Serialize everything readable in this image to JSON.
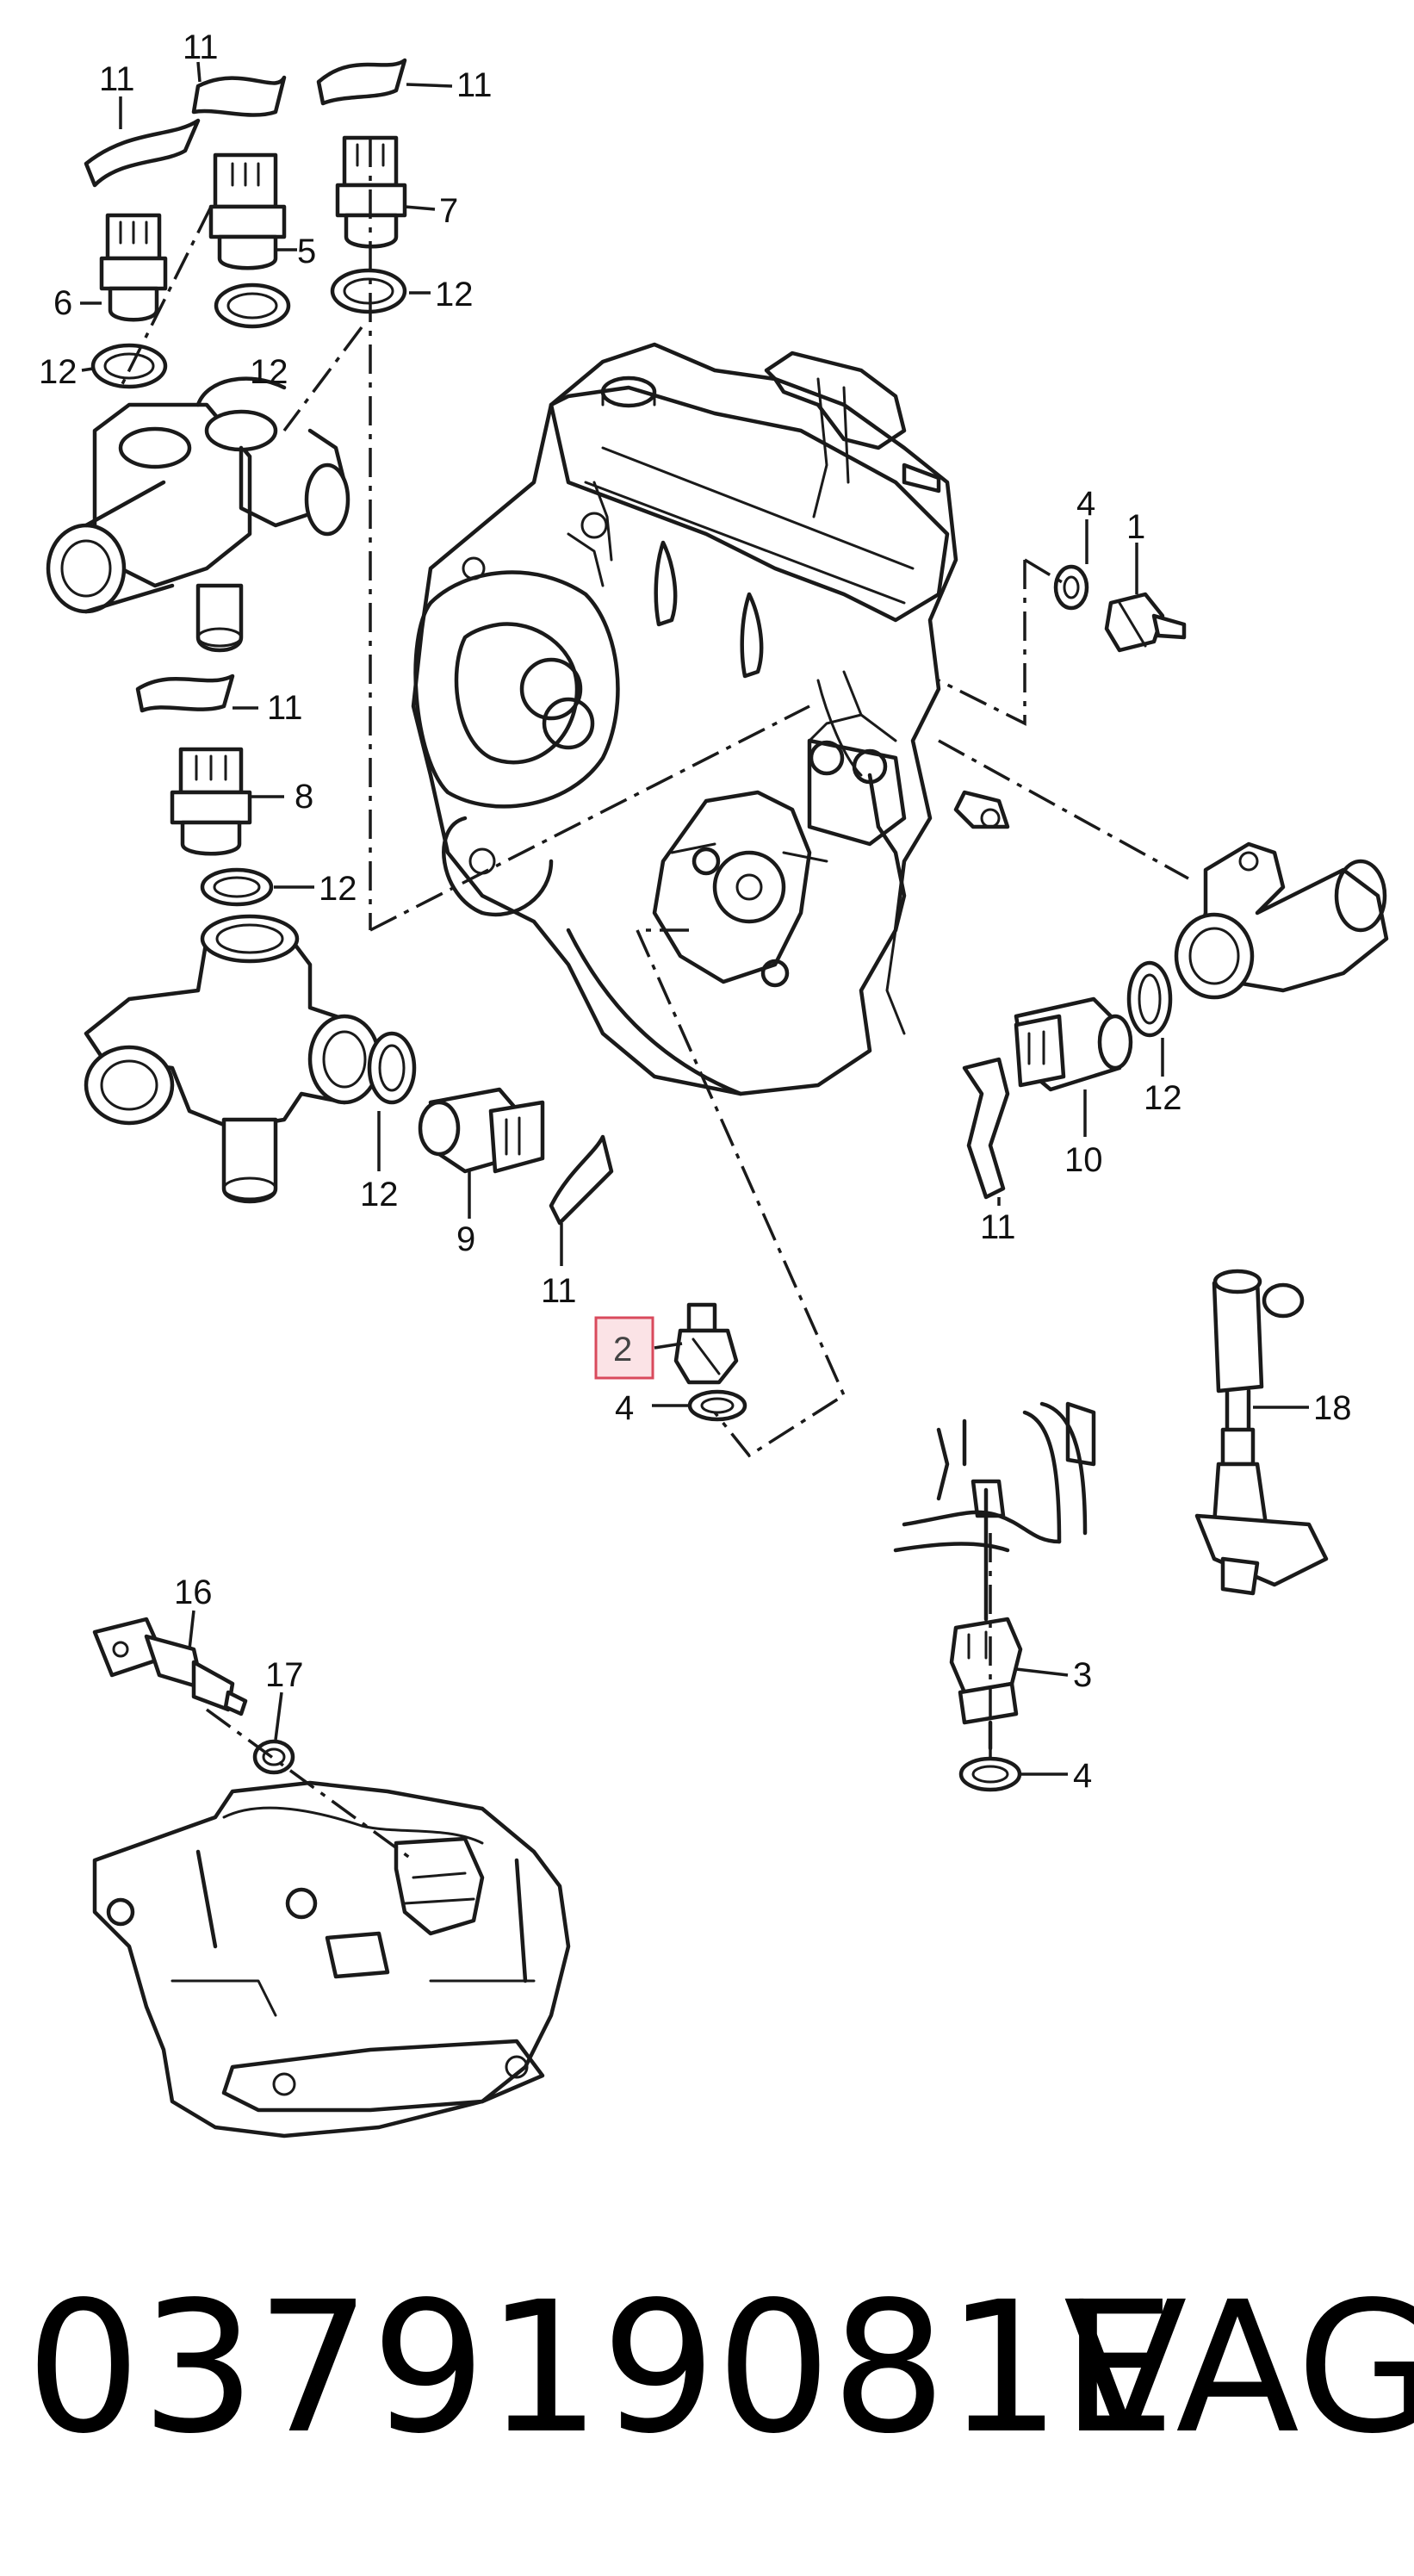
{
  "diagram": {
    "type": "exploded parts diagram",
    "highlight_color": "#d94a5c",
    "highlighted_callout": "2",
    "callouts": {
      "c11a": "11",
      "c11b": "11",
      "c11c": "11",
      "c11d": "11",
      "c11e": "11",
      "c11f": "11",
      "c5": "5",
      "c6": "6",
      "c7": "7",
      "c12a": "12",
      "c12b": "12",
      "c12c": "12",
      "c12d": "12",
      "c12e": "12",
      "c12f": "12",
      "c8": "8",
      "c9": "9",
      "c10": "10",
      "c4a": "4",
      "c4b": "4",
      "c4c": "4",
      "c1": "1",
      "c2": "2",
      "c3": "3",
      "c16": "16",
      "c17": "17",
      "c18": "18"
    }
  },
  "caption": {
    "part_number": "037919081E",
    "brand": "VAG"
  }
}
